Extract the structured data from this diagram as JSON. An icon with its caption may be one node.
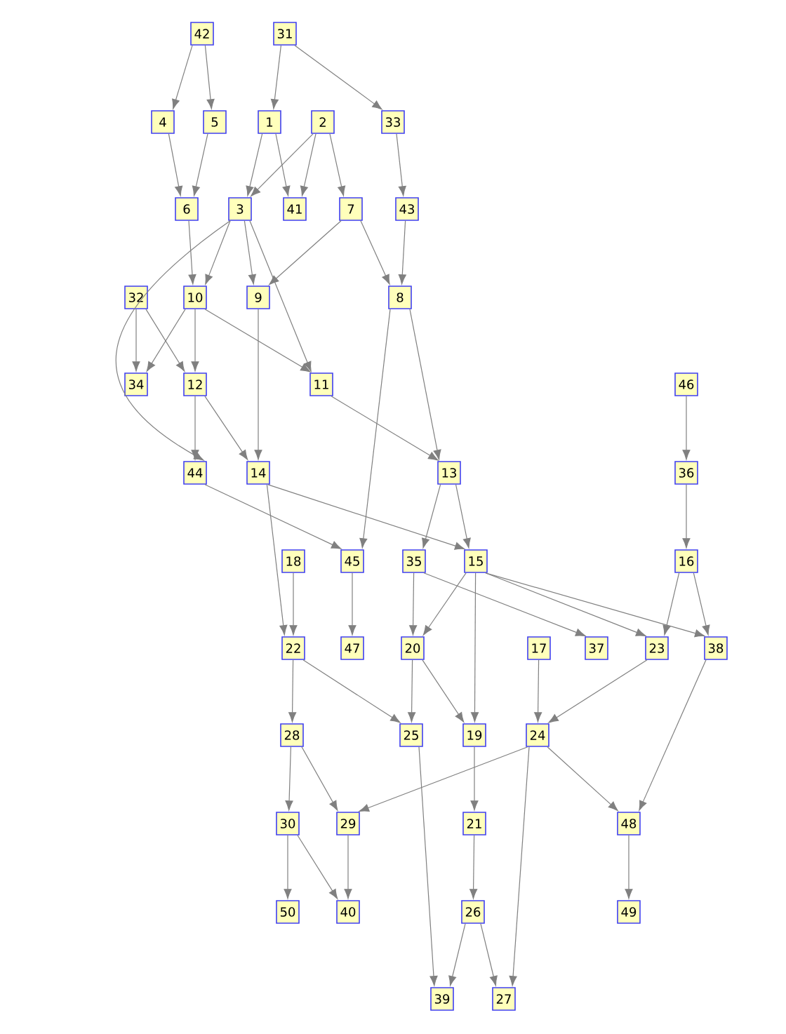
{
  "diagram": {
    "nodes": [
      {
        "text": [
          "42"
        ]
      },
      {
        "text": [
          "31"
        ]
      },
      {
        "text": [
          "4"
        ]
      },
      {
        "text": [
          "5"
        ]
      },
      {
        "text": [
          "1"
        ]
      },
      {
        "text": [
          "2"
        ]
      },
      {
        "text": [
          "33"
        ]
      },
      {
        "text": [
          "6"
        ]
      },
      {
        "text": [
          "3"
        ]
      },
      {
        "text": [
          "41"
        ]
      },
      {
        "text": [
          "7"
        ]
      },
      {
        "text": [
          "43"
        ]
      },
      {
        "text": [
          "32"
        ]
      },
      {
        "text": [
          "10"
        ]
      },
      {
        "text": [
          "9"
        ]
      },
      {
        "text": [
          "8"
        ]
      },
      {
        "text": [
          "34"
        ]
      },
      {
        "text": [
          "12"
        ]
      },
      {
        "text": [
          "11"
        ]
      },
      {
        "text": [
          "46"
        ]
      },
      {
        "text": [
          "44"
        ]
      },
      {
        "text": [
          "14"
        ]
      },
      {
        "text": [
          "13"
        ]
      },
      {
        "text": [
          "36"
        ]
      },
      {
        "text": [
          "18"
        ]
      },
      {
        "text": [
          "45"
        ]
      },
      {
        "text": [
          "35"
        ]
      },
      {
        "text": [
          "15"
        ]
      },
      {
        "text": [
          "16"
        ]
      },
      {
        "text": [
          "22"
        ]
      },
      {
        "text": [
          "47"
        ]
      },
      {
        "text": [
          "20"
        ]
      },
      {
        "text": [
          "17"
        ]
      },
      {
        "text": [
          "37"
        ]
      },
      {
        "text": [
          "23"
        ]
      },
      {
        "text": [
          "38"
        ]
      },
      {
        "text": [
          "28"
        ]
      },
      {
        "text": [
          "25"
        ]
      },
      {
        "text": [
          "19"
        ]
      },
      {
        "text": [
          "24"
        ]
      },
      {
        "text": [
          "30"
        ]
      },
      {
        "text": [
          "29"
        ]
      },
      {
        "text": [
          "21"
        ]
      },
      {
        "text": [
          "48"
        ]
      },
      {
        "text": [
          "50"
        ]
      },
      {
        "text": [
          "40"
        ]
      },
      {
        "text": [
          "26"
        ]
      },
      {
        "text": [
          "49"
        ]
      },
      {
        "text": [
          "39"
        ]
      },
      {
        "text": [
          "27"
        ]
      }
    ],
    "edges": [
      {
        "from": 0,
        "to": 2,
        "arrow": "to"
      },
      {
        "from": 0,
        "to": 3,
        "arrow": "to"
      },
      {
        "from": 1,
        "to": 4,
        "arrow": "to"
      },
      {
        "from": 1,
        "to": 6,
        "arrow": "to"
      },
      {
        "from": 2,
        "to": 7,
        "arrow": "to"
      },
      {
        "from": 3,
        "to": 7,
        "arrow": "to"
      },
      {
        "from": 4,
        "to": 8,
        "arrow": "to"
      },
      {
        "from": 4,
        "to": 9,
        "arrow": "to"
      },
      {
        "from": 5,
        "to": 8,
        "arrow": "to"
      },
      {
        "from": 5,
        "to": 9,
        "arrow": "to"
      },
      {
        "from": 5,
        "to": 10,
        "arrow": "to"
      },
      {
        "from": 6,
        "to": 11,
        "arrow": "to"
      },
      {
        "from": 7,
        "to": 13,
        "arrow": "to"
      },
      {
        "from": 8,
        "to": 13,
        "arrow": "to"
      },
      {
        "from": 8,
        "to": 14,
        "arrow": "to"
      },
      {
        "from": 8,
        "to": 18,
        "arrow": "to"
      },
      {
        "from": 8,
        "to": 20,
        "arrow": "to"
      },
      {
        "from": 10,
        "to": 14,
        "arrow": "to"
      },
      {
        "from": 10,
        "to": 15,
        "arrow": "to"
      },
      {
        "from": 11,
        "to": 15,
        "arrow": "to"
      },
      {
        "from": 12,
        "to": 16,
        "arrow": "to"
      },
      {
        "from": 12,
        "to": 17,
        "arrow": "to"
      },
      {
        "from": 13,
        "to": 16,
        "arrow": "to"
      },
      {
        "from": 13,
        "to": 17,
        "arrow": "to"
      },
      {
        "from": 13,
        "to": 18,
        "arrow": "to"
      },
      {
        "from": 14,
        "to": 21,
        "arrow": "to"
      },
      {
        "from": 15,
        "to": 22,
        "arrow": "to"
      },
      {
        "from": 15,
        "to": 25,
        "arrow": "to"
      },
      {
        "from": 17,
        "to": 20,
        "arrow": "to"
      },
      {
        "from": 17,
        "to": 21,
        "arrow": "to"
      },
      {
        "from": 18,
        "to": 22,
        "arrow": "to"
      },
      {
        "from": 20,
        "to": 25,
        "arrow": "to"
      },
      {
        "from": 21,
        "to": 27,
        "arrow": "to"
      },
      {
        "from": 21,
        "to": 29,
        "arrow": "to"
      },
      {
        "from": 22,
        "to": 26,
        "arrow": "to"
      },
      {
        "from": 22,
        "to": 27,
        "arrow": "to"
      },
      {
        "from": 19,
        "to": 23,
        "arrow": "to"
      },
      {
        "from": 23,
        "to": 28,
        "arrow": "to"
      },
      {
        "from": 24,
        "to": 29,
        "arrow": "to"
      },
      {
        "from": 25,
        "to": 30,
        "arrow": "to"
      },
      {
        "from": 26,
        "to": 31,
        "arrow": "to"
      },
      {
        "from": 26,
        "to": 33,
        "arrow": "to"
      },
      {
        "from": 27,
        "to": 31,
        "arrow": "to"
      },
      {
        "from": 27,
        "to": 38,
        "arrow": "to"
      },
      {
        "from": 27,
        "to": 34,
        "arrow": "to"
      },
      {
        "from": 27,
        "to": 35,
        "arrow": "to"
      },
      {
        "from": 28,
        "to": 34,
        "arrow": "to"
      },
      {
        "from": 28,
        "to": 35,
        "arrow": "to"
      },
      {
        "from": 29,
        "to": 36,
        "arrow": "to"
      },
      {
        "from": 29,
        "to": 37,
        "arrow": "to"
      },
      {
        "from": 31,
        "to": 37,
        "arrow": "to"
      },
      {
        "from": 31,
        "to": 38,
        "arrow": "to"
      },
      {
        "from": 32,
        "to": 39,
        "arrow": "to"
      },
      {
        "from": 34,
        "to": 39,
        "arrow": "to"
      },
      {
        "from": 35,
        "to": 43,
        "arrow": "to"
      },
      {
        "from": 36,
        "to": 40,
        "arrow": "to"
      },
      {
        "from": 36,
        "to": 41,
        "arrow": "to"
      },
      {
        "from": 39,
        "to": 41,
        "arrow": "to"
      },
      {
        "from": 39,
        "to": 43,
        "arrow": "to"
      },
      {
        "from": 39,
        "to": 49,
        "arrow": "to"
      },
      {
        "from": 37,
        "to": 48,
        "arrow": "to"
      },
      {
        "from": 38,
        "to": 42,
        "arrow": "to"
      },
      {
        "from": 40,
        "to": 44,
        "arrow": "to"
      },
      {
        "from": 40,
        "to": 45,
        "arrow": "to"
      },
      {
        "from": 41,
        "to": 45,
        "arrow": "to"
      },
      {
        "from": 42,
        "to": 46,
        "arrow": "to"
      },
      {
        "from": 43,
        "to": 47,
        "arrow": "to"
      },
      {
        "from": 46,
        "to": 48,
        "arrow": "to"
      },
      {
        "from": 46,
        "to": 49,
        "arrow": "to"
      }
    ]
  }
}
